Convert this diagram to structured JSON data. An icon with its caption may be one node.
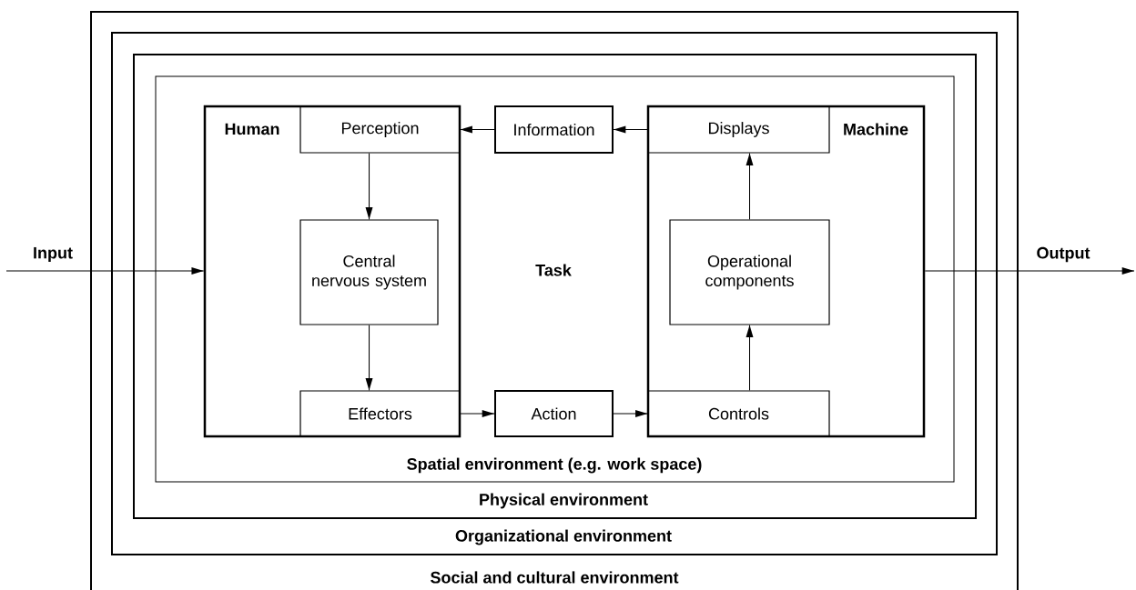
{
  "diagram": {
    "nodes": [
      {
        "text": [
          "Social and cultural environment"
        ]
      },
      {
        "text": [
          "Organizational environment"
        ],
        "in": 0
      },
      {
        "text": [
          "Physical environment"
        ],
        "in": 1
      },
      {
        "text": [
          "Spatial environment (e.g. work space)"
        ],
        "in": 2
      },
      {
        "text": [
          "Human"
        ],
        "in": 3
      },
      {
        "text": [
          "Perception"
        ],
        "in": 4
      },
      {
        "text": [
          "Central nervous system"
        ],
        "in": 4
      },
      {
        "text": [
          "Effectors"
        ],
        "in": 4
      },
      {
        "text": [
          "Information"
        ],
        "in": 3
      },
      {
        "text": [
          "Action"
        ],
        "in": 3
      },
      {
        "text": [
          "Machine"
        ],
        "in": 3
      },
      {
        "text": [
          "Displays"
        ],
        "in": 10
      },
      {
        "text": [
          "Operational components"
        ],
        "in": 10
      },
      {
        "text": [
          "Controls"
        ],
        "in": 10
      }
    ],
    "edges": [
      {
        "from": null,
        "to": 4,
        "arrow": "to",
        "label": "Input"
      },
      {
        "from": 11,
        "to": 8,
        "arrow": "to"
      },
      {
        "from": 8,
        "to": 5,
        "arrow": "to"
      },
      {
        "from": 5,
        "to": 6,
        "arrow": "to"
      },
      {
        "from": 6,
        "to": 7,
        "arrow": "to"
      },
      {
        "from": 7,
        "to": 9,
        "arrow": "to"
      },
      {
        "from": 9,
        "to": 13,
        "arrow": "to"
      },
      {
        "from": 13,
        "to": 12,
        "arrow": "to"
      },
      {
        "from": 12,
        "to": 11,
        "arrow": "to"
      },
      {
        "from": 10,
        "to": null,
        "arrow": "to",
        "label": "Output"
      }
    ],
    "labels": [
      "Task"
    ]
  }
}
